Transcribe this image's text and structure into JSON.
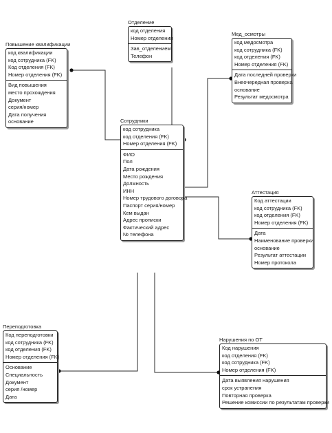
{
  "entities": {
    "otdelenie": {
      "title": "Отделение",
      "keys": [
        "код отделения",
        "Номер отделения"
      ],
      "attributes": [
        "Зав_отделением",
        "Телефон"
      ]
    },
    "medosmotry": {
      "title": "Мед_осмотры",
      "keys": [
        "код медосмотра",
        "код сотрудника (FK)",
        "код отделения (FK)",
        "Номер отделения (FK)"
      ],
      "attributes": [
        "Дата последней проверки",
        "Внеочередная проверка",
        "основание",
        "Результат медосмотра"
      ]
    },
    "povyshenie": {
      "title": "Повышение квалификации",
      "keys": [
        "код квалификации",
        "код сотрудника (FK)",
        "Код отделения (FK)",
        "Номер отделения (FK)"
      ],
      "attributes": [
        "Вид повышения",
        "место прохождения",
        "Документ",
        "серия/номер",
        "Дата получения",
        "основание"
      ]
    },
    "sotrudniki": {
      "title": "Сотрудники",
      "keys": [
        "код сотрудника",
        "код отделения (FK)",
        "Номер отделения (FK)"
      ],
      "attributes": [
        "ФИО",
        "Пол",
        "Дата рождения",
        "Место рождения",
        "Должность",
        "ИНН",
        "Номер трудового договора",
        "Паспорт серия/номер",
        "Кем выдан",
        "Адрес прописки",
        "Фактический адрес",
        "№ телефона"
      ]
    },
    "attestaciya": {
      "title": "Аттестация",
      "keys": [
        "Код аттестации",
        "код сотрудника (FK)",
        "код отделения (FK)",
        "Номер отделения (FK)"
      ],
      "attributes": [
        "Дата",
        "Наименование проверки",
        "основание",
        "Результат аттестации",
        "Номер протокола"
      ]
    },
    "perepodgotovka": {
      "title": "Переподготовка",
      "keys": [
        "Код переподготовки",
        "код сотрудника (FK)",
        "код отделения (FK)",
        "Номер отделения (FK)"
      ],
      "attributes": [
        "Основание",
        "Специальность",
        "Документ",
        "серия /номер",
        "Дата"
      ]
    },
    "narusheniya": {
      "title": "Нарушения по ОТ",
      "keys": [
        "Код нарушения",
        "код отделения (FK)",
        "код сотрудника (FK)",
        "Номер отделения (FK)"
      ],
      "attributes": [
        "Дата выявления нарушения",
        "срок устранения",
        "Повторная проверка",
        "Решение  комиссии по результатам проверки"
      ]
    }
  }
}
